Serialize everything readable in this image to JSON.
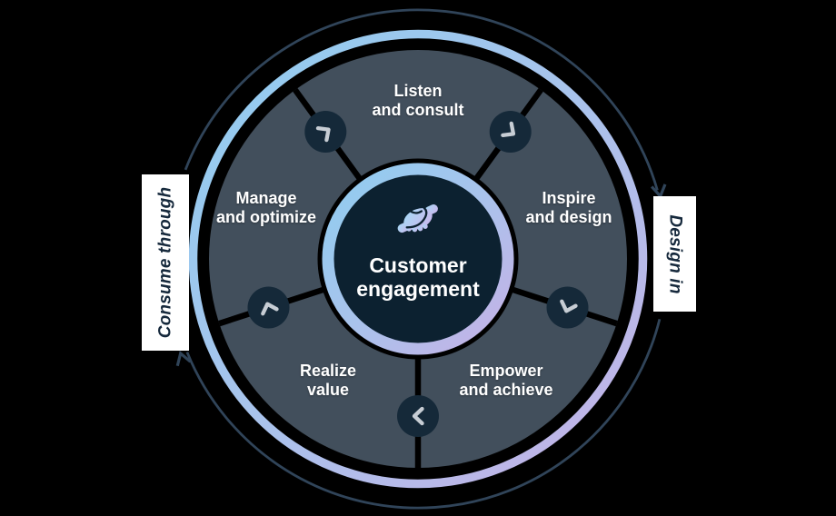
{
  "center": {
    "title": "Customer\nengagement",
    "icon": "handshake"
  },
  "segments": [
    {
      "id": "listen",
      "label": "Listen\nand consult"
    },
    {
      "id": "inspire",
      "label": "Inspire\nand design"
    },
    {
      "id": "empower",
      "label": "Empower\nand achieve"
    },
    {
      "id": "realize",
      "label": "Realize\nvalue"
    },
    {
      "id": "manage",
      "label": "Manage\nand optimize"
    }
  ],
  "flow_labels": {
    "left": "Consume through",
    "right": "Design in"
  },
  "flow_direction": "clockwise",
  "colors": {
    "background": "#000000",
    "accent_blue": "#8fcdf0",
    "accent_purple": "#c6b1e6",
    "wheel_body": "#424f5c",
    "spoke": "#000000",
    "node_fill": "#152939",
    "node_chevron": "#c7cdd4",
    "center_fill": "#0c2130",
    "outer_line": "#304459",
    "segment_text": "#ffffff",
    "flow_label_text": "#16293c",
    "flow_label_bg": "#ffffff"
  }
}
